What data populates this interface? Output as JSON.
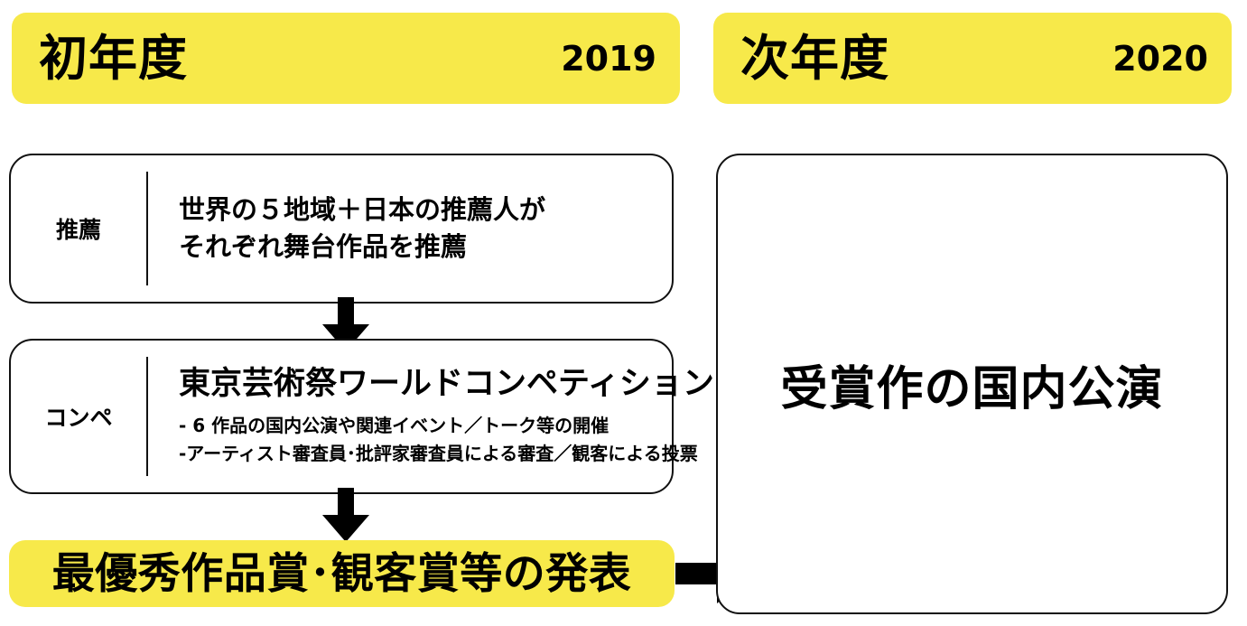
{
  "diagram": {
    "title_semantics": "two-year program flow diagram",
    "accent_color": "#F7E94A",
    "line_color": "#111111",
    "text_color": "#000000"
  },
  "columns": {
    "left": {
      "header": {
        "title": "初年度",
        "year": "2019"
      },
      "stages": [
        {
          "tag": "推薦",
          "lines": [
            "世界の５地域＋日本の推薦人が",
            "それぞれ舞台作品を推薦"
          ]
        },
        {
          "tag": "コンペ",
          "heading": "東京芸術祭ワールドコンペティション",
          "bullets": [
            "- 6 作品の国内公演や関連イベント／トーク等の開催",
            "-アーティスト審査員･批評家審査員による審査／観客による投票"
          ]
        }
      ],
      "result_banner": "最優秀作品賞･観客賞等の発表"
    },
    "right": {
      "header": {
        "title": "次年度",
        "year": "2020"
      },
      "box_text": "受賞作の国内公演"
    }
  },
  "connectors": {
    "down_arrow_1": "arrow-down-icon",
    "down_arrow_2": "arrow-down-icon",
    "right_arrow": "arrow-right-icon"
  }
}
